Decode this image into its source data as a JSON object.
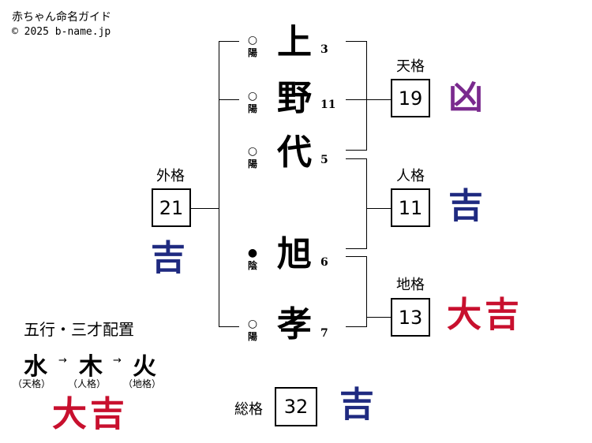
{
  "header": {
    "title": "赤ちゃん命名ガイド",
    "copyright": "© 2025 b-name.jp"
  },
  "name_chars": [
    {
      "char": "上",
      "strokes": "3",
      "mark": "○",
      "yinyang": "陽"
    },
    {
      "char": "野",
      "strokes": "11",
      "mark": "○",
      "yinyang": "陽"
    },
    {
      "char": "代",
      "strokes": "5",
      "mark": "○",
      "yinyang": "陽"
    },
    {
      "char": "旭",
      "strokes": "6",
      "mark": "●",
      "yinyang": "陰"
    },
    {
      "char": "孝",
      "strokes": "7",
      "mark": "○",
      "yinyang": "陽"
    }
  ],
  "kaku": {
    "ten": {
      "label": "天格",
      "value": "19",
      "fortune": "凶"
    },
    "jin": {
      "label": "人格",
      "value": "11",
      "fortune": "吉"
    },
    "chi": {
      "label": "地格",
      "value": "13",
      "fortune": "大吉"
    },
    "gai": {
      "label": "外格",
      "value": "21",
      "fortune": "吉"
    },
    "so": {
      "label": "総格",
      "value": "32",
      "fortune": "吉"
    }
  },
  "gogyo": {
    "title": "五行・三才配置",
    "elements": [
      "水",
      "木",
      "火"
    ],
    "arrow": "→",
    "sublabels": [
      "（天格）",
      "（人格）",
      "（地格）"
    ],
    "fortune": "大吉"
  },
  "colors": {
    "kyo": "#7a2a8e",
    "kichi": "#1f2a80",
    "daikichi": "#c8102e"
  }
}
